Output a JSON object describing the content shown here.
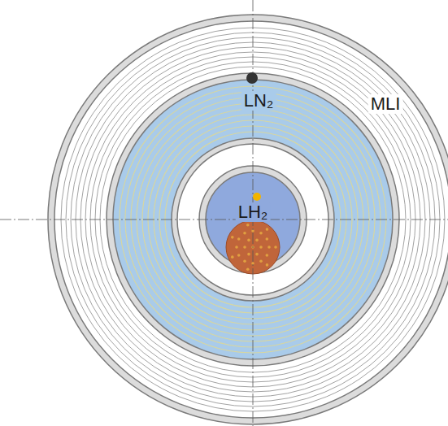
{
  "diagram": {
    "nodes": [
      {
        "text": [
          "MLI"
        ]
      },
      {
        "text": [
          "LN₂"
        ],
        "in": 0
      },
      {
        "text": [
          "LH₂"
        ],
        "in": 1
      }
    ]
  }
}
